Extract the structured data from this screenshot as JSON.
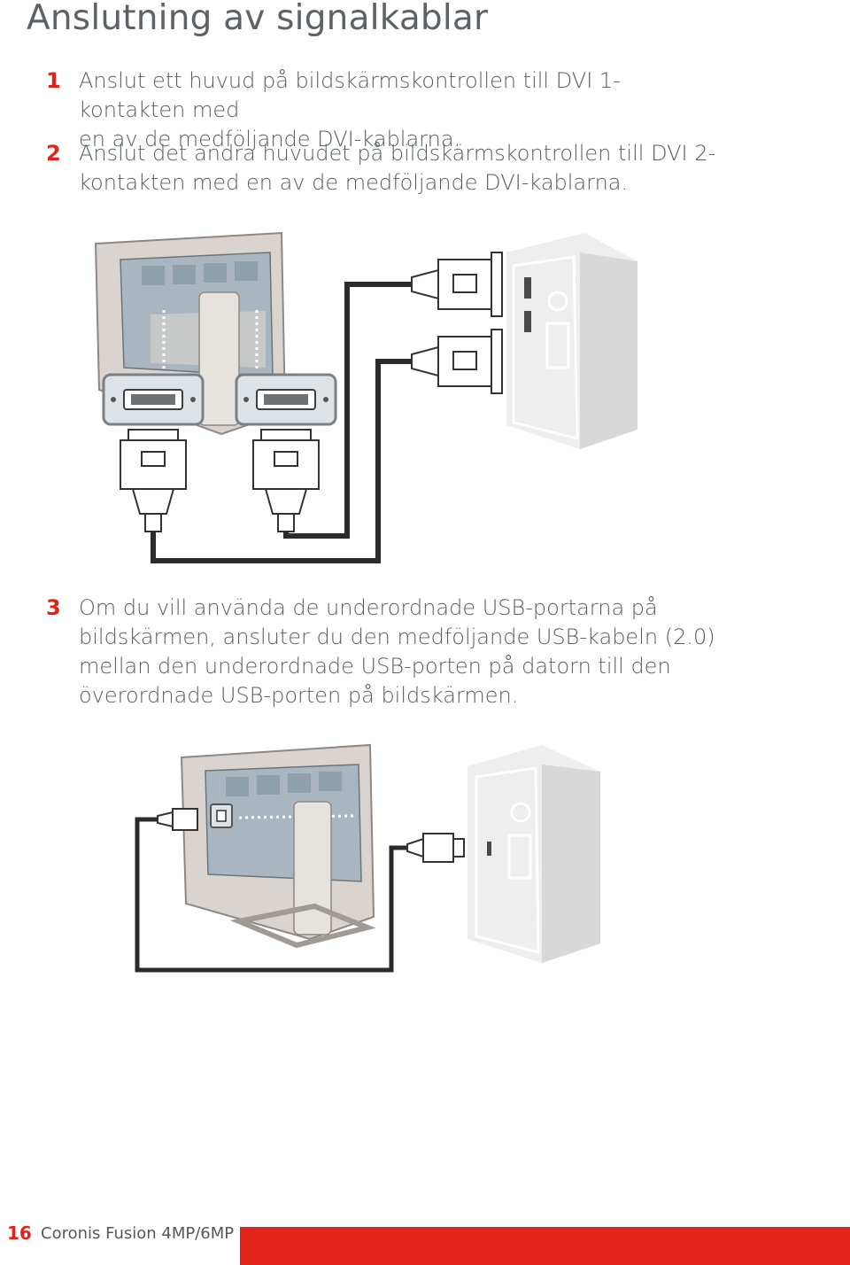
{
  "page_title": "Anslutning av signalkablar",
  "steps": [
    {
      "num": "1",
      "lines": [
        "Anslut ett huvud på bildskärmskontrollen till DVI 1-kontakten med",
        "en av de medföljande DVI-kablarna."
      ]
    },
    {
      "num": "2",
      "lines": [
        "Anslut det andra huvudet på bildskärmskontrollen till DVI 2-",
        "kontakten med en av de medföljande DVI-kablarna."
      ]
    },
    {
      "num": "3",
      "lines": [
        "Om du vill använda de underordnade USB-portarna på",
        "bildskärmen, ansluter du den medföljande USB-kabeln (2.0)",
        "mellan den underordnade USB-porten på datorn till den",
        "överordnade USB-porten på bildskärmen."
      ]
    }
  ],
  "footer": {
    "page_number": "16",
    "product": "Coronis Fusion 4MP/6MP"
  },
  "colors": {
    "accent": "#e2231a",
    "text": "#5a5c60",
    "cable": "#2b2b2b"
  }
}
